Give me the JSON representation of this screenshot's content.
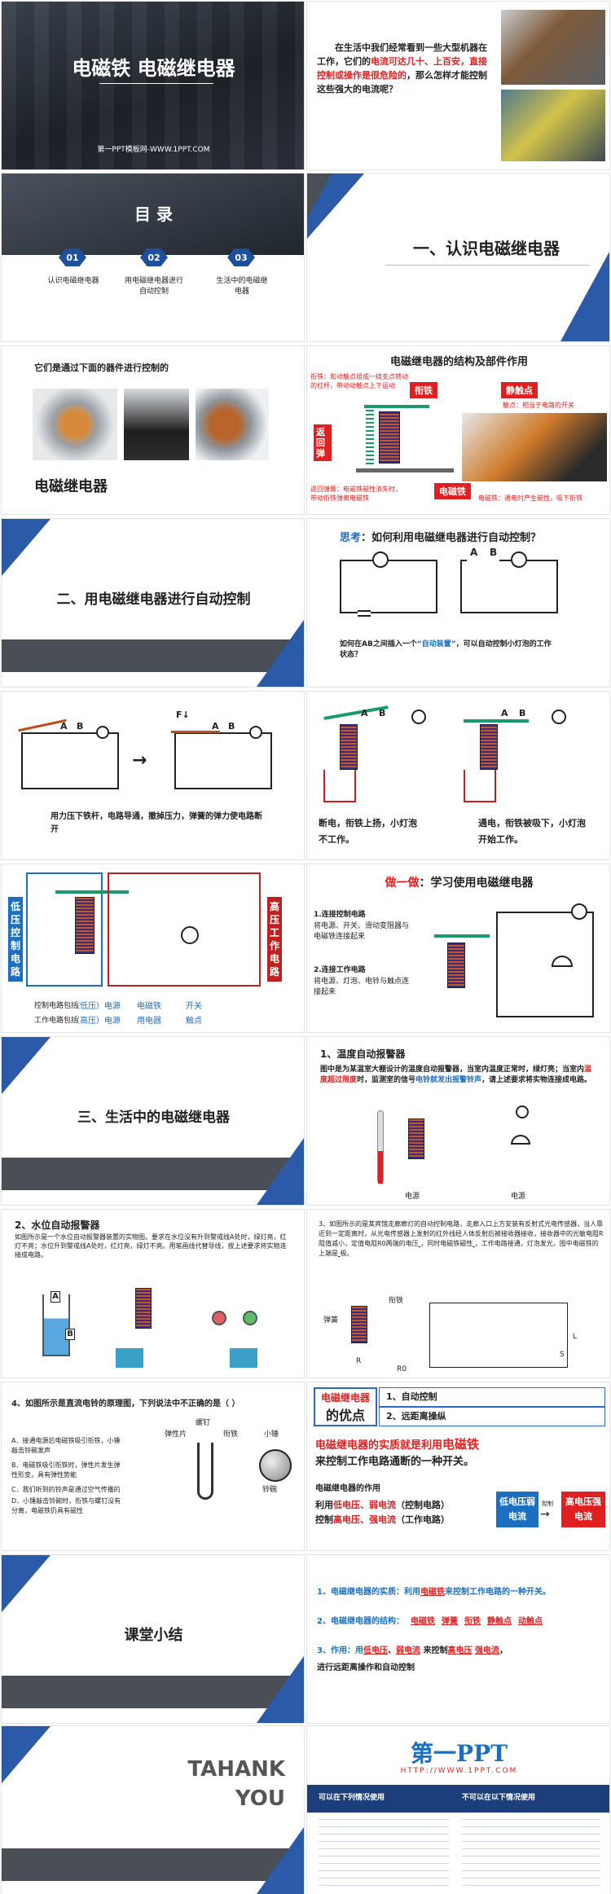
{
  "s1": {
    "title": "电磁铁 电磁继电器",
    "site": "第一PPT模板网-WWW.1PPT.COM"
  },
  "s2": {
    "p1": "在生活中我们经常看到一些大型机器在工作，它们的",
    "p2": "电流可达几十、上百安，直接控制或操作是很危险的",
    "p3": "，那么怎样才能控制这些强大的电流呢？"
  },
  "s3": {
    "title": "目    录",
    "items": [
      {
        "num": "01",
        "label": "认识电磁继电器"
      },
      {
        "num": "02",
        "label": "用电磁继电器进行自动控制"
      },
      {
        "num": "03",
        "label": "生活中的电磁继电器"
      }
    ]
  },
  "s4": {
    "title": "一、认识电磁继电器"
  },
  "s5": {
    "intro": "它们是通过下面的器件进行控制的",
    "caption": "电磁继电器"
  },
  "s6": {
    "title": "电磁继电器的结构及部件作用",
    "l_armature": "衔铁",
    "l_armature_desc": "衔铁：和动触点组成一绕支点转动的杠杆，带动动触点上下运动",
    "l_static": "静触点",
    "l_static_desc": "触点：相当于电路的开关",
    "l_spring": "返回弹",
    "l_spring_desc": "返回弹簧：电磁铁磁性消失时，带动衔铁弹离电磁铁",
    "l_magnet": "电磁铁",
    "l_magnet_desc": "电磁铁：通电时产生磁性，吸下衔铁"
  },
  "s7": {
    "title": "二、用电磁继电器进行自动控制"
  },
  "s8": {
    "think": "思考",
    "q": "：如何利用电磁继电器进行自动控制？",
    "a": "A",
    "b": "B",
    "p1": "如何在AB之间插入一个",
    "hl": "“自动装置”",
    "p2": "，可以自动控制小灯泡的工作状态？"
  },
  "s9": {
    "a": "A",
    "b": "B",
    "f": "F↓",
    "desc": "用力压下铁杆，电路导通，撤掉压力，弹簧的弹力使电路断开"
  },
  "s10": {
    "a": "A",
    "b": "B",
    "left": "断电，衔铁上扬，小灯泡不工作。",
    "right": "通电，衔铁被吸下，小灯泡开始工作。"
  },
  "s11": {
    "low_label": "低压控制电路",
    "high_label": "高压工作电路",
    "row1_head": "控制电路包括",
    "row1_a": "（低压）电源",
    "row1_b": "电磁铁",
    "row1_c": "开关",
    "row2_head": "工作电路包括",
    "row2_a": "（高压）电源",
    "row2_b": "用电器",
    "row2_c": "触点"
  },
  "s12": {
    "title": "做一做",
    "title_rest": "：学习使用电磁继电器",
    "s1h": "1.连接控制电路",
    "s1t": "将电源、开关、滑动变阻器与电磁铁连接起来",
    "s2h": "2.连接工作电路",
    "s2t": "将电源、灯泡、电铃与触点连接起来"
  },
  "s13": {
    "title": "三、生活中的电磁继电器"
  },
  "s14": {
    "title": "1、温度自动报警器",
    "p1": "图中是为某温室大棚设计的温度自动报警器，当室内温度正常时，绿灯亮；当室内",
    "p2": "温度超过限度",
    "p3": "时，监测室的信号",
    "p4": "电铃就发出报警铃声",
    "p5": "，请上述要求将实物连接成电路。",
    "l1": "电源",
    "l2": "电源"
  },
  "s15": {
    "title": "2、水位自动报警器",
    "text": "如图所示是一个水位自动报警器装置的实物图。要求在水位没有升到警戒线A处时，绿灯亮，红灯不亮；水位升到警戒线A处时，红灯亮，绿灯不亮。用笔画线代替导线，按上述要求将实物连接成电路。",
    "a": "A",
    "b": "B"
  },
  "s16": {
    "text1": "3、如图所示的是某宾馆走廊廊灯的自动控制电路，走廊入口上方安装有反射式光电传感器，当人靠近到一定距离时，从光电传感器上发射的红外线经人体反射后被接收器接收，接收器中的光敏电阻R阻值减小，定值电阻R0两端的电压",
    "text2": "，同时电磁铁磁性",
    "text3": "，工作电路接通，灯泡发光，图中电磁铁的上端是",
    "text4": "极。",
    "l1": "衔铁",
    "l2": "弹簧",
    "l3": "L",
    "l4": "S",
    "l5": "R",
    "l6": "R0"
  },
  "s17": {
    "q": "4、如图所示是直流电铃的原理图，下列说法中不正确的是（    ）",
    "oa": "A．接通电源后电磁铁吸引衔铁，小锤敲击铃碗发声",
    "ob": "B．电磁铁吸引衔铁时，弹性片发生弹性形变，具有弹性势能",
    "oc": "C．我们听到的铃声是通过空气传播的",
    "od": "D．小锤敲击铃碗时，衔铁与螺钉没有分离，电磁铁仍具有磁性",
    "l1": "螺钉",
    "l2": "弹性片",
    "l3": "衔铁",
    "l4": "小锤",
    "l5": "铃碗"
  },
  "s18": {
    "head1": "电磁继电器",
    "head2": "的优点",
    "adv1": "1、自动控制",
    "adv2": "2、远距离操纵",
    "ess1": "电磁继电器的实质就是利用",
    "ess2": "电磁铁",
    "ess3": "来控制工作电路通断的一种开关。",
    "use_h": "电磁继电器的作用",
    "use1a": "利用",
    "use1b": "低电压、弱电流",
    "use1c": "（控制电路）",
    "use2a": "控制",
    "use2b": "高电压、强电流",
    "use2c": "（工作电路）",
    "box1": "低电压弱电流",
    "arrow": "控制",
    "box2": "高电压强电流"
  },
  "s19": {
    "title": "课堂小结"
  },
  "s20": {
    "l1a": "1、电磁继电器的实质：利用",
    "l1b": "电磁铁",
    "l1c": "来控制工作电路的一种开关。",
    "l2a": "2、电磁继电器的结构：",
    "l2b": [
      "电磁铁",
      "弹簧",
      "衔铁",
      "静触点",
      "动触点"
    ],
    "l3a": "3、作用：用",
    "l3b": "低电压",
    "l3c": "、",
    "l3d": "弱电流",
    "l3e": "来控制",
    "l3f": "高电压",
    "l3g": "强电流",
    "l3h": "，",
    "l4": "进行远距离操作和自动控制"
  },
  "s21": {
    "t1": "TAHANK",
    "t2": "YOU"
  },
  "s22": {
    "logo": "第一PPT",
    "url": "HTTP://WWW.1PPT.COM",
    "can": "可以在下列情况使用",
    "cannot": "不可以在以下情况使用"
  },
  "colors": {
    "navy": "#1c4f9c",
    "red": "#e02020",
    "dark": "#232a33"
  }
}
